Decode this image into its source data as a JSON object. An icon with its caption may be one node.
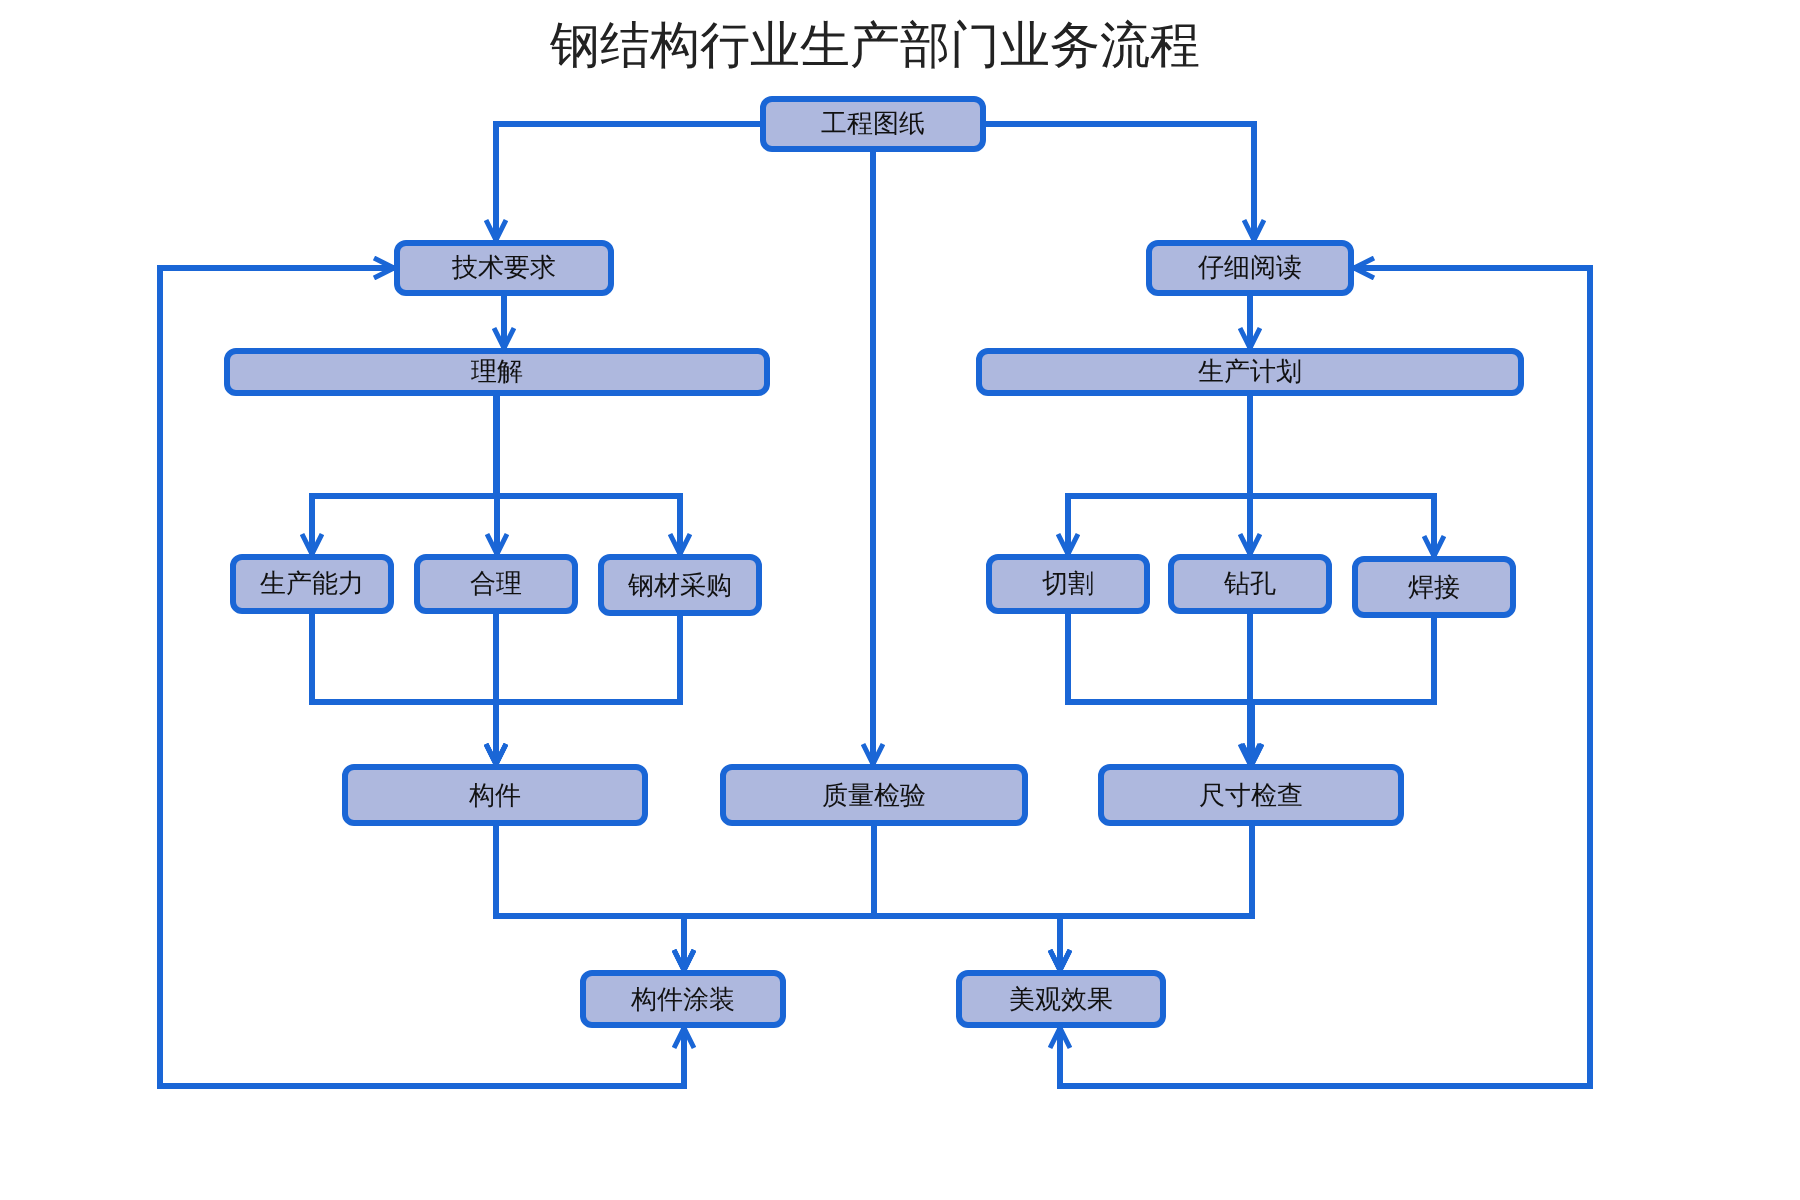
{
  "diagram": {
    "title": "钢结构行业生产部门业务流程",
    "nodes": [
      {
        "text": [
          "工程图纸"
        ]
      },
      {
        "text": [
          "技术要求"
        ]
      },
      {
        "text": [
          "仔细阅读"
        ]
      },
      {
        "text": [
          "理解"
        ]
      },
      {
        "text": [
          "生产计划"
        ]
      },
      {
        "text": [
          "生产能力"
        ]
      },
      {
        "text": [
          "合理"
        ]
      },
      {
        "text": [
          "钢材采购"
        ]
      },
      {
        "text": [
          "切割"
        ]
      },
      {
        "text": [
          "钻孔"
        ]
      },
      {
        "text": [
          "焊接"
        ]
      },
      {
        "text": [
          "构件"
        ]
      },
      {
        "text": [
          "质量检验"
        ]
      },
      {
        "text": [
          "尺寸检查"
        ]
      },
      {
        "text": [
          "构件涂装"
        ]
      },
      {
        "text": [
          "美观效果"
        ]
      }
    ],
    "edges": [
      {
        "from": 0,
        "to": 1,
        "arrow": "to"
      },
      {
        "from": 0,
        "to": 2,
        "arrow": "to"
      },
      {
        "from": 0,
        "to": 12,
        "arrow": "to"
      },
      {
        "from": 1,
        "to": 3,
        "arrow": "to"
      },
      {
        "from": 2,
        "to": 4,
        "arrow": "to"
      },
      {
        "from": 3,
        "to": 5,
        "arrow": "to"
      },
      {
        "from": 3,
        "to": 6,
        "arrow": "to"
      },
      {
        "from": 3,
        "to": 7,
        "arrow": "to"
      },
      {
        "from": 4,
        "to": 8,
        "arrow": "to"
      },
      {
        "from": 4,
        "to": 9,
        "arrow": "to"
      },
      {
        "from": 4,
        "to": 10,
        "arrow": "to"
      },
      {
        "from": 5,
        "to": 11,
        "arrow": "to"
      },
      {
        "from": 6,
        "to": 11,
        "arrow": "to"
      },
      {
        "from": 7,
        "to": 11,
        "arrow": "to"
      },
      {
        "from": 8,
        "to": 13,
        "arrow": "to"
      },
      {
        "from": 9,
        "to": 13,
        "arrow": "to"
      },
      {
        "from": 10,
        "to": 13,
        "arrow": "to"
      },
      {
        "from": 11,
        "to": 14,
        "arrow": "to"
      },
      {
        "from": 11,
        "to": 15,
        "arrow": "to"
      },
      {
        "from": 12,
        "to": 14,
        "arrow": "to"
      },
      {
        "from": 12,
        "to": 15,
        "arrow": "to"
      },
      {
        "from": 13,
        "to": 14,
        "arrow": "to"
      },
      {
        "from": 13,
        "to": 15,
        "arrow": "to"
      },
      {
        "from": 14,
        "to": 1,
        "arrow": "both"
      },
      {
        "from": 15,
        "to": 2,
        "arrow": "both"
      }
    ]
  }
}
